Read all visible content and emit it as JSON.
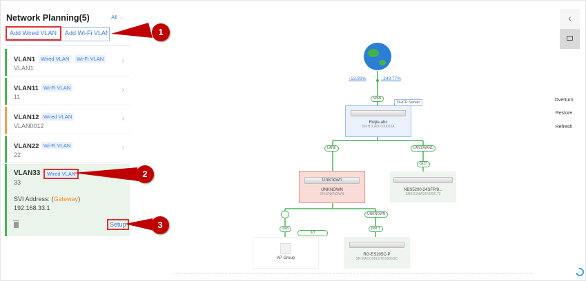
{
  "panel": {
    "title": "Network Planning(5)",
    "filter_label": "All",
    "tab_wired": "Add Wired VLAN",
    "tab_wifi": "Add Wi-Fi VLAN"
  },
  "vlans": [
    {
      "name": "VLAN1",
      "sub": "VLAN1",
      "tags": [
        "Wired VLAN",
        "Wi-Fi VLAN"
      ]
    },
    {
      "name": "VLAN11",
      "sub": "11",
      "tags": [
        "Wi-Fi VLAN"
      ]
    },
    {
      "name": "VLAN12",
      "sub": "VLAN0012",
      "tags": [
        "Wired VLAN"
      ]
    },
    {
      "name": "VLAN22",
      "sub": "22",
      "tags": [
        "Wi-Fi VLAN"
      ]
    }
  ],
  "selected_vlan": {
    "name": "VLAN33",
    "sub": "33",
    "tag": "Wired VLAN",
    "svi_label": "SVI Address: (",
    "svi_gateway": "Gateway",
    "svi_close": ")",
    "svi_ip": "192.168.33.1",
    "setup_label": "Setup"
  },
  "callouts": [
    "1",
    "2",
    "3"
  ],
  "topology": {
    "upload": "↑53.39%",
    "download": "↓249.77%",
    "wan_port": "WAN",
    "dhcp_label": "DHCP Server",
    "gateway": {
      "name": "Ruijie-abc",
      "sn": "SN:H1LA0U100062A"
    },
    "port_lan0": "LAN0",
    "port_lan1": "LAN1/WAN1",
    "port_gi17": "Gi17",
    "unknown": {
      "title": "Unknown",
      "name": "UNKNOWN",
      "sn": "SN:UNKNOWN"
    },
    "switch_right": {
      "name": "NBS5200-24SFP/8...",
      "sn": "SREG1NW31N000172"
    },
    "port_wan": "wan",
    "ap_count": "3/3",
    "port_unknown": "UNKNOWN",
    "port_1": "port 1",
    "ap_group": "AP Group",
    "switch_bottom": {
      "name": "RG-ES205C-P",
      "sn": "SN:MACC0BLD7BS005GC"
    }
  },
  "controls": {
    "back_symbol": "‹",
    "overturn": "Overturn",
    "restore": "Restore",
    "refresh": "Refresh"
  },
  "colors": {
    "accent": "#3b7de0",
    "link_green": "#49b556",
    "callout_red": "#c00000",
    "gateway_orange": "#f08a2a"
  }
}
